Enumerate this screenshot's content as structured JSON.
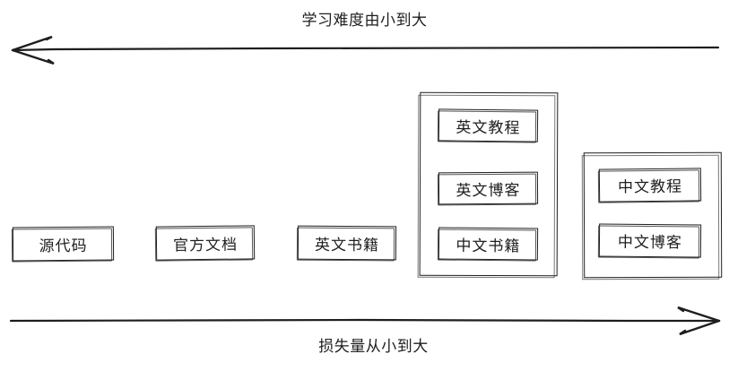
{
  "diagram": {
    "title_top": "学习难度由小到大",
    "title_bottom": "损失量从小到大",
    "axes": [
      {
        "name": "difficulty-axis",
        "label": "学习难度由小到大",
        "direction": "left",
        "position": "top"
      },
      {
        "name": "loss-axis",
        "label": "损失量从小到大",
        "direction": "right",
        "position": "bottom"
      }
    ],
    "stroke_color": "#1e1e1e",
    "background_color": "#ffffff",
    "nodes": [
      {
        "id": "source-code",
        "label": "源代码"
      },
      {
        "id": "official-docs",
        "label": "官方文档"
      },
      {
        "id": "english-books",
        "label": "英文书籍"
      },
      {
        "id": "english-tutorials",
        "label": "英文教程"
      },
      {
        "id": "english-blogs",
        "label": "英文博客"
      },
      {
        "id": "chinese-books",
        "label": "中文书籍"
      },
      {
        "id": "chinese-tutorials",
        "label": "中文教程"
      },
      {
        "id": "chinese-blogs",
        "label": "中文博客"
      }
    ],
    "groups": [
      {
        "id": "group-middle",
        "members": [
          "英文教程",
          "英文博客",
          "中文书籍"
        ]
      },
      {
        "id": "group-right",
        "members": [
          "中文教程",
          "中文博客"
        ]
      }
    ]
  }
}
